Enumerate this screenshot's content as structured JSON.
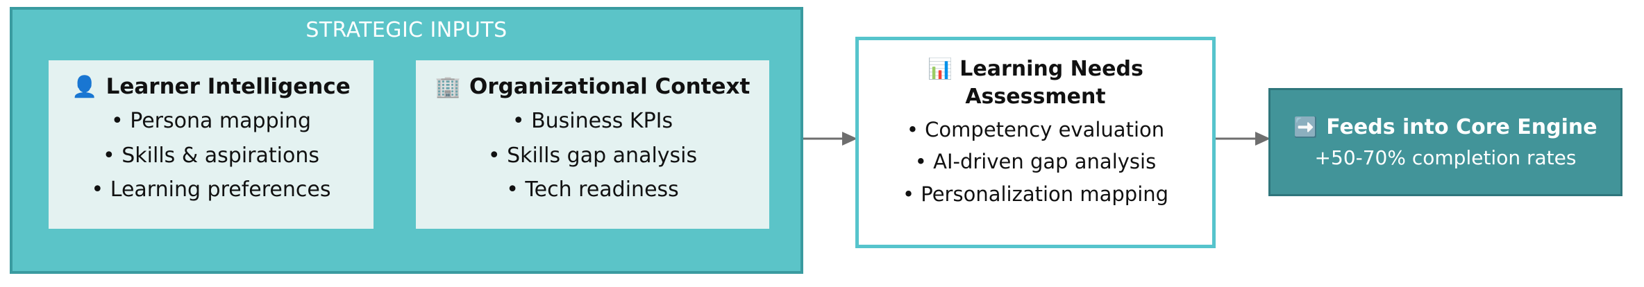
{
  "group": {
    "title": "STRATEGIC INPUTS",
    "fill_color": "#5bc4c8",
    "border_color": "#3a9ba0",
    "title_color": "#ffffff",
    "cards": [
      {
        "icon": "person-bust-icon",
        "icon_glyph": "👤",
        "heading": "Learner Intelligence",
        "bullets": [
          "• Persona mapping",
          "• Skills & aspirations",
          "• Learning preferences"
        ],
        "fill_color": "#e4f2f1"
      },
      {
        "icon": "office-building-icon",
        "icon_glyph": "🏢",
        "heading": "Organizational Context",
        "bullets": [
          "• Business KPIs",
          "• Skills gap analysis",
          "• Tech readiness"
        ],
        "fill_color": "#e4f2f1"
      }
    ]
  },
  "assessment": {
    "icon": "bar-chart-icon",
    "icon_glyph": "📊",
    "heading": "Learning Needs Assessment",
    "bullets": [
      "• Competency evaluation",
      "• AI-driven gap analysis",
      "• Personalization mapping"
    ],
    "fill_color": "#ffffff",
    "border_color": "#56c4cc"
  },
  "outcome": {
    "icon": "right-arrow-button-icon",
    "icon_glyph": "➡️",
    "heading": "Feeds into Core Engine",
    "subtext": "+50-70% completion rates",
    "fill_color": "#429499",
    "border_color": "#2f767c",
    "text_color": "#ffffff"
  },
  "connectors": [
    {
      "name": "arrow-inputs-to-assessment",
      "color": "#6e6e6e",
      "direction": "right"
    },
    {
      "name": "arrow-assessment-to-outcome",
      "color": "#6e6e6e",
      "direction": "right"
    }
  ]
}
